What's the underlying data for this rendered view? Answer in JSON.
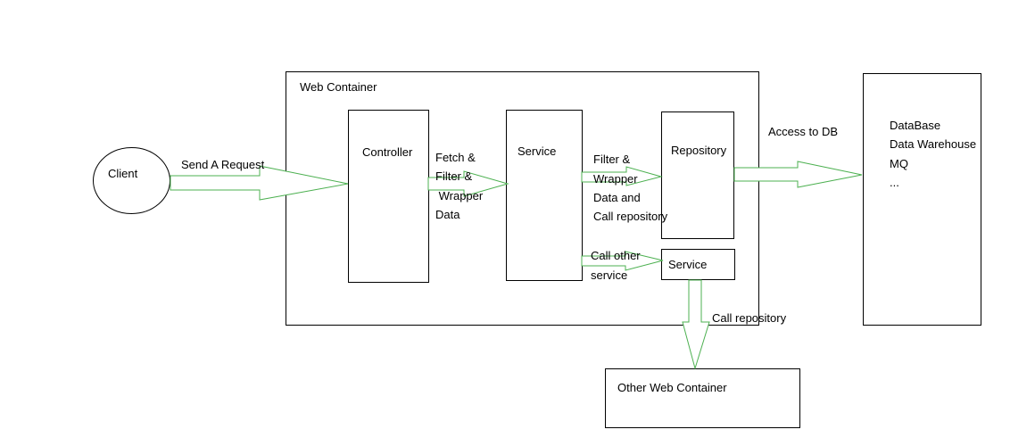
{
  "colors": {
    "arrow": "#4cb050",
    "box_stroke": "#000000"
  },
  "nodes": {
    "client": "Client",
    "web_container": "Web Container",
    "controller": "Controller",
    "service_main": "Service",
    "repository": "Repository",
    "service_other": "Service",
    "other_web_container": "Other Web Container",
    "datastores": [
      "DataBase",
      "Data Warehouse",
      "MQ",
      "..."
    ]
  },
  "edges": {
    "send_request": "Send A Request",
    "fetch_filter": [
      "Fetch &",
      "Filter &",
      " Wrapper",
      "Data"
    ],
    "filter_wrapper": [
      "Filter &",
      "Wrapper",
      "Data and",
      "Call repository"
    ],
    "call_other_service": [
      "Call other",
      "service"
    ],
    "access_db": "Access to DB",
    "call_repository": "Call repository"
  }
}
